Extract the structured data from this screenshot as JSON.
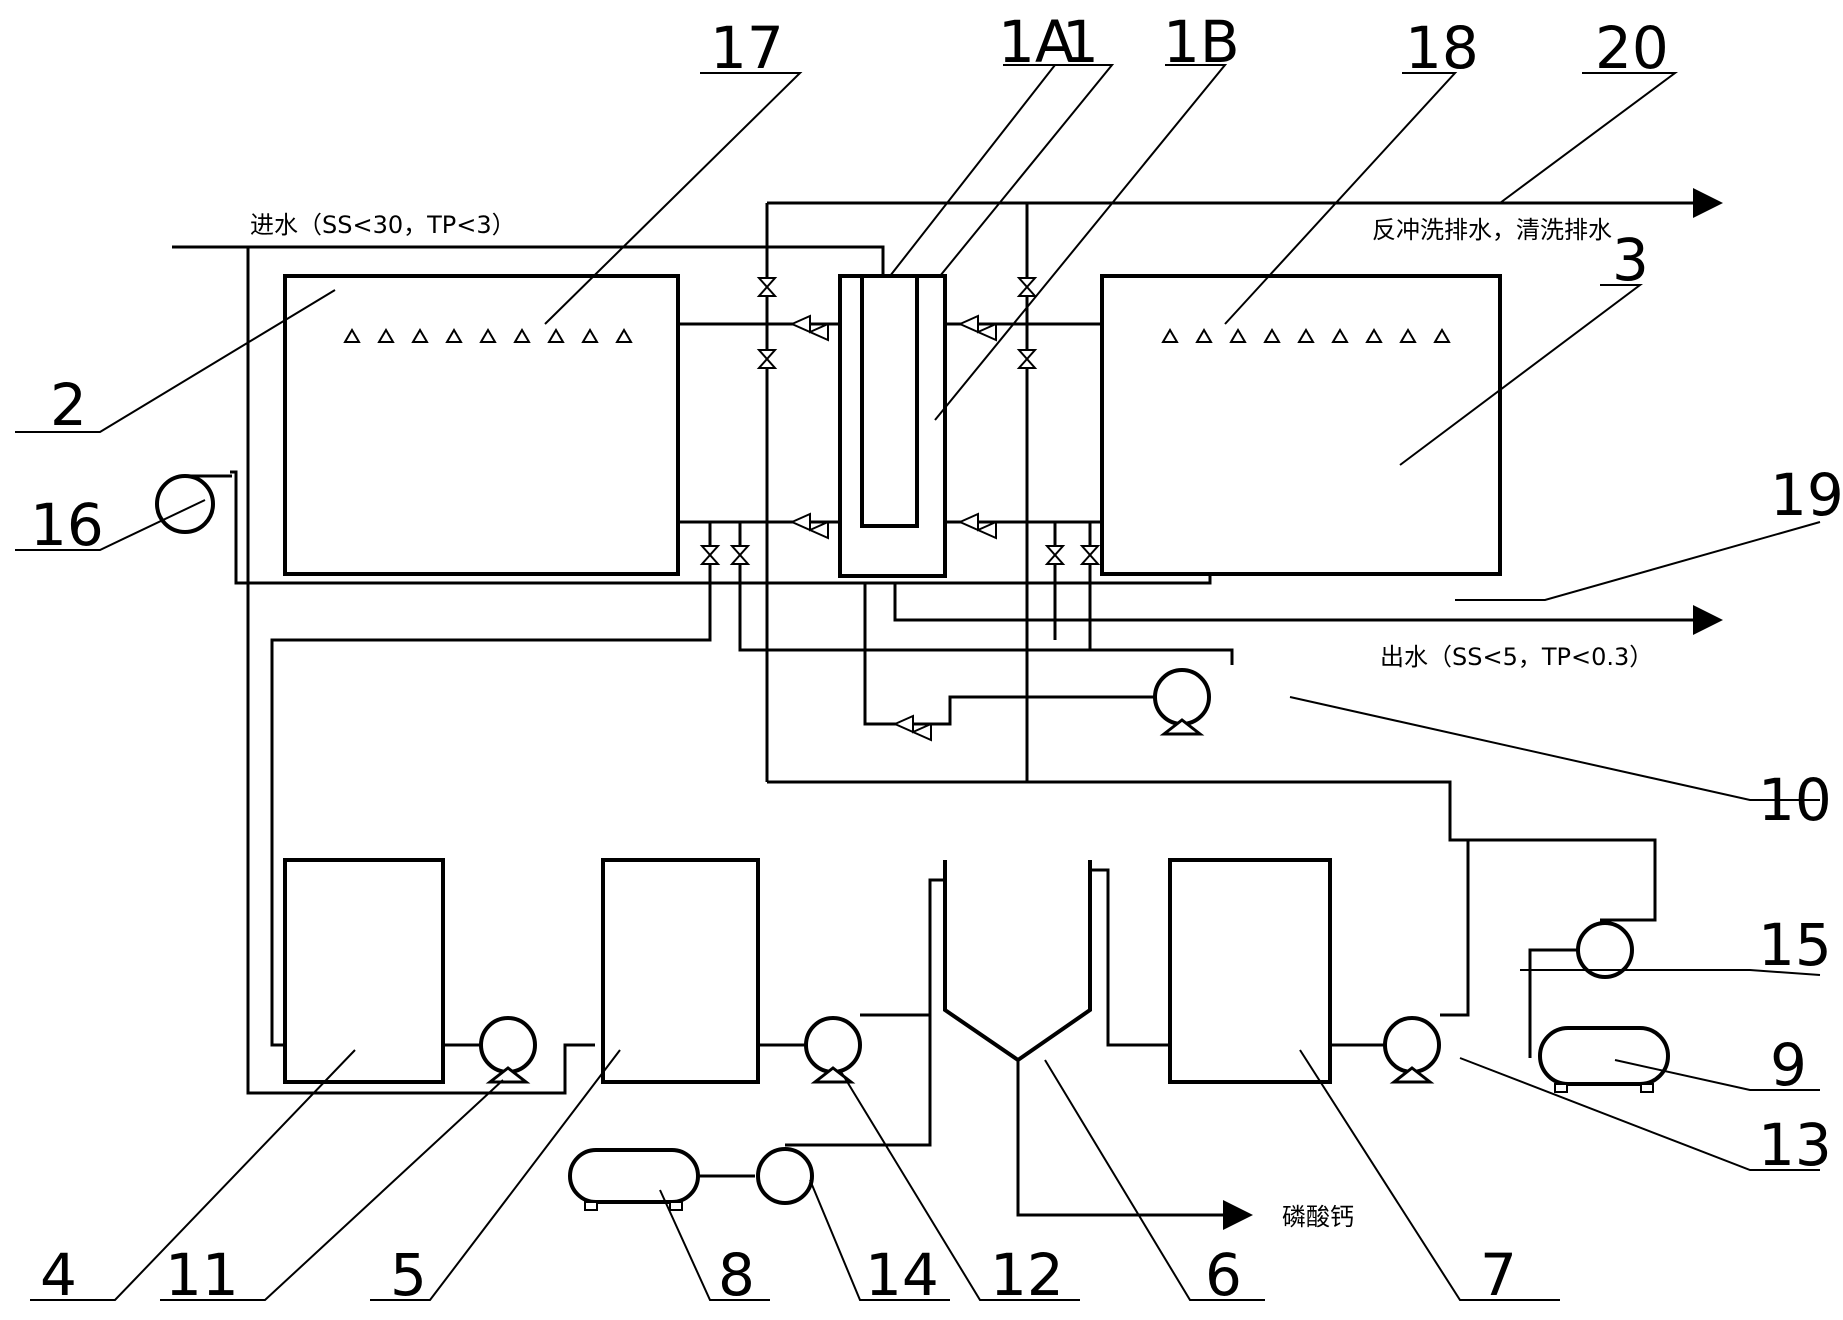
{
  "labels": {
    "n1": "1",
    "n1A": "1A",
    "n1B": "1B",
    "n2": "2",
    "n3": "3",
    "n4": "4",
    "n5": "5",
    "n6": "6",
    "n7": "7",
    "n8": "8",
    "n9": "9",
    "n10": "10",
    "n11": "11",
    "n12": "12",
    "n13": "13",
    "n14": "14",
    "n15": "15",
    "n16": "16",
    "n17": "17",
    "n18": "18",
    "n19": "19",
    "n20": "20"
  },
  "notes": {
    "inlet": "进水（SS<30，TP<3）",
    "backwash": "反冲洗排水，清洗排水",
    "outlet": "出水（SS<5，TP<0.3）",
    "product": "磷酸钙"
  }
}
